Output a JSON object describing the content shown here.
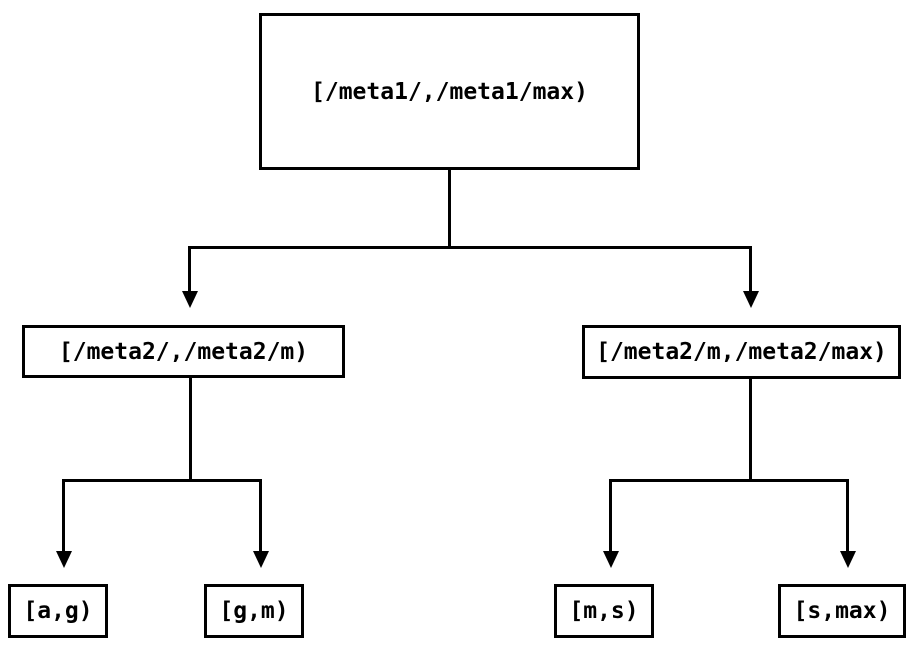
{
  "tree": {
    "root": {
      "label": "[/meta1/,/meta1/max)"
    },
    "children": [
      {
        "label": "[/meta2/,/meta2/m)",
        "children": [
          {
            "label": "[a,g)"
          },
          {
            "label": "[g,m)"
          }
        ]
      },
      {
        "label": "[/meta2/m,/meta2/max)",
        "children": [
          {
            "label": "[m,s)"
          },
          {
            "label": "[s,max)"
          }
        ]
      }
    ]
  },
  "colors": {
    "line": "#000000",
    "box_border": "#000000",
    "text": "#000000",
    "background": "#ffffff"
  },
  "icons": {
    "arrowhead": "down-triangle"
  }
}
